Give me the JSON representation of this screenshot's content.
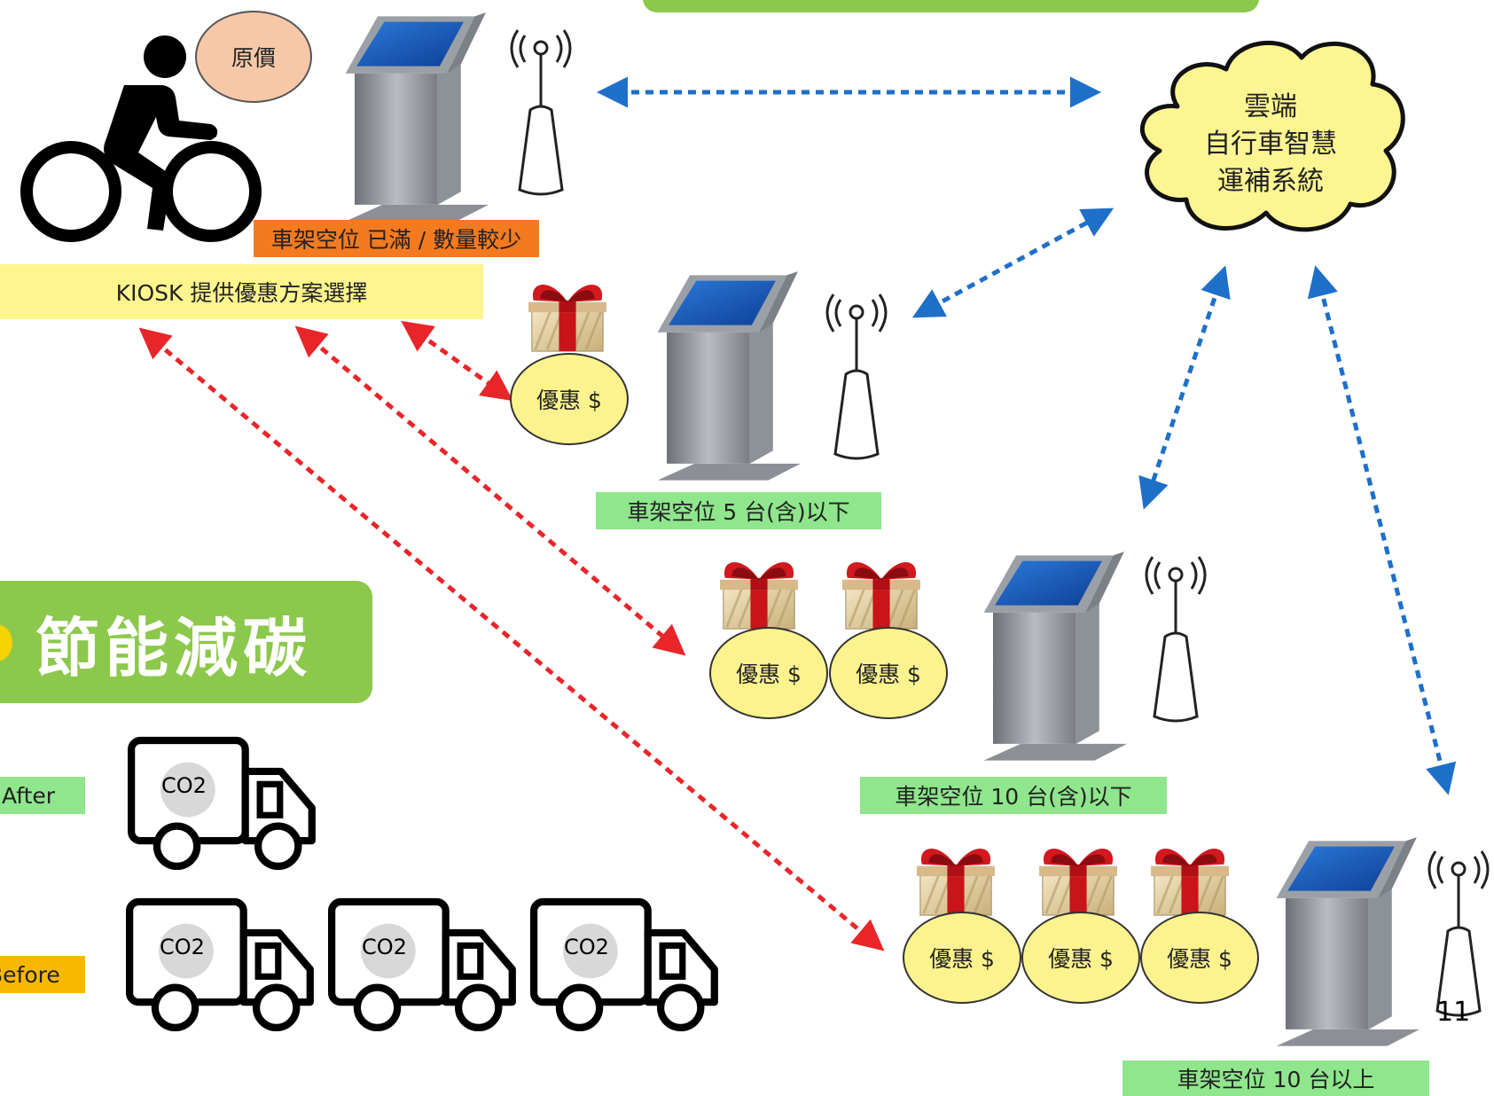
{
  "labels": {
    "original_price": "原價",
    "rack_full": "車架空位 已滿 / 數量較少",
    "kiosk_offer": "KIOSK 提供優惠方案選擇",
    "rack_5": "車架空位 5 台(含)以下",
    "rack_10": "車架空位 10 台(含)以下",
    "rack_10_plus": "車架空位 10 台以上",
    "coupon": "優惠 $",
    "cloud_line1": "雲端",
    "cloud_line2": "自行車智慧",
    "cloud_line3": "運補系統",
    "banner": "節能減碳",
    "after": "After",
    "before": "Before",
    "co2": "CO2",
    "page_number": "11"
  },
  "colors": {
    "label_orange": "#f47a20",
    "label_yellow": "#fef58f",
    "label_green": "#8fe68c",
    "banner_green": "#8cc84b",
    "arrow_blue": "#1e6fc9",
    "arrow_red": "#e8262a",
    "coupon_fill": "#fcf38e",
    "price_fill": "#f7c8a8"
  },
  "icons": [
    "bicycle-rider-icon",
    "kiosk-icon",
    "antenna-icon",
    "gift-box-icon",
    "cloud-icon",
    "truck-icon"
  ]
}
